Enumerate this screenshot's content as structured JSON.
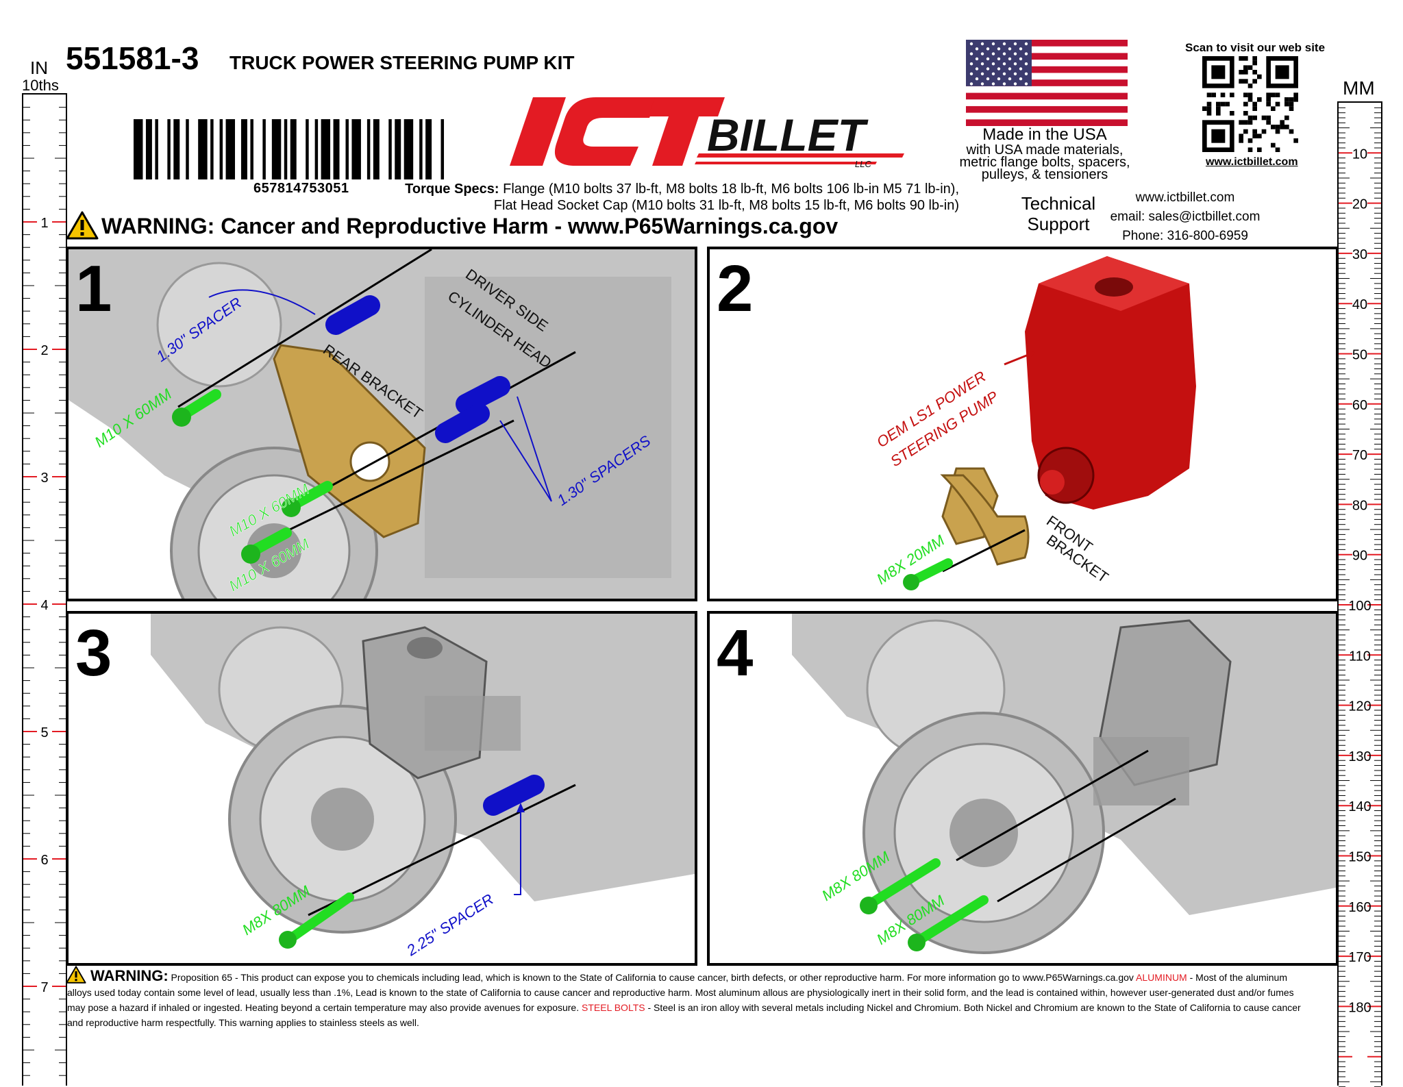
{
  "header": {
    "part_number": "551581-3",
    "title": "TRUCK POWER STEERING PUMP KIT",
    "upc": "657814753051",
    "torque_label": "Torque Specs:",
    "torque_line1": "Flange (M10 bolts 37 lb-ft, M8 bolts 18 lb-ft, M6 bolts 106 lb-in M5 71 lb-in),",
    "torque_line2": "Flat Head Socket Cap (M10 bolts 31 lb-ft, M8 bolts 15 lb-ft, M6 bolts 90 lb-in)"
  },
  "logo": {
    "brand_a": "ICT",
    "brand_b": "BILLET",
    "suffix": "LLC"
  },
  "usa": {
    "title": "Made in the USA",
    "line1": "with USA made materials,",
    "line2": "metric flange bolts, spacers,",
    "line3": "pulleys, & tensioners"
  },
  "qr": {
    "caption": "Scan to visit our web site",
    "link": "www.ictbillet.com"
  },
  "support": {
    "label_1": "Technical",
    "label_2": "Support",
    "website": "www.ictbillet.com",
    "email": "email: sales@ictbillet.com",
    "phone": "Phone: 316-800-6959"
  },
  "warning_top": "WARNING: Cancer and Reproductive Harm - www.P65Warnings.ca.gov",
  "ruler_left": {
    "unit_1": "IN",
    "unit_2": "10ths",
    "labels": [
      "1",
      "2",
      "3",
      "4",
      "5",
      "6",
      "7"
    ]
  },
  "ruler_right": {
    "unit": "MM",
    "labels": [
      "10",
      "20",
      "30",
      "40",
      "50",
      "60",
      "70",
      "80",
      "90",
      "100",
      "110",
      "120",
      "130",
      "140",
      "150",
      "160",
      "170",
      "180"
    ]
  },
  "panels": [
    {
      "number": "1",
      "labels": {
        "spacer_top": "1.30\" SPACER",
        "bolt_a": "M10 X 60MM",
        "bolt_b": "M10 X 60MM",
        "bolt_c": "M10 X 60MM",
        "spacers": "1.30\" SPACERS",
        "rear_bracket": "REAR BRACKET",
        "cyl_1": "DRIVER SIDE",
        "cyl_2": "CYLINDER HEAD"
      }
    },
    {
      "number": "2",
      "labels": {
        "pump_1": "OEM LS1 POWER",
        "pump_2": "STEERING PUMP",
        "bolt": "M8X 20MM",
        "fb_1": "FRONT",
        "fb_2": "BRACKET"
      }
    },
    {
      "number": "3",
      "labels": {
        "bolt": "M8X 80MM",
        "spacer": "2.25\" SPACER"
      }
    },
    {
      "number": "4",
      "labels": {
        "bolt_a": "M8X 80MM",
        "bolt_b": "M8X 80MM"
      }
    }
  ],
  "footer": {
    "warning_label": "WARNING:",
    "text_1": " Proposition 65 - This product can expose you to chemicals including lead, which is known to the State of California to cause cancer, birth defects, or other reproductive harm. For more information go to www.P65Warnings.ca.gov  ",
    "aluminum": "ALUMINUM",
    "text_2": " - Most of the aluminum alloys used today contain some level of lead, usually less than .1%, Lead is known to the state of California to cause cancer and reproductive harm. Most aluminum allous are physiologically inert in their solid form, and the lead is contained within, however user-generated dust and/or fumes may pose a hazard if inhaled or ingested. Heating beyond a certain temperature may also provide avenues for exposure.   ",
    "steel": "STEEL BOLTS",
    "text_3": " - Steel is an iron alloy with several metals including Nickel and Chromium. Both Nickel and Chromium are known to the State of California to cause cancer and reproductive harm respectfully. This warning applies to stainless steels as well."
  },
  "colors": {
    "bolt": "#22dd22",
    "spacer": "#1010c8",
    "bracket": "#c9a24e",
    "pump": "#c41010",
    "brand_red": "#e31b23",
    "engine": "#b8b8b8"
  }
}
